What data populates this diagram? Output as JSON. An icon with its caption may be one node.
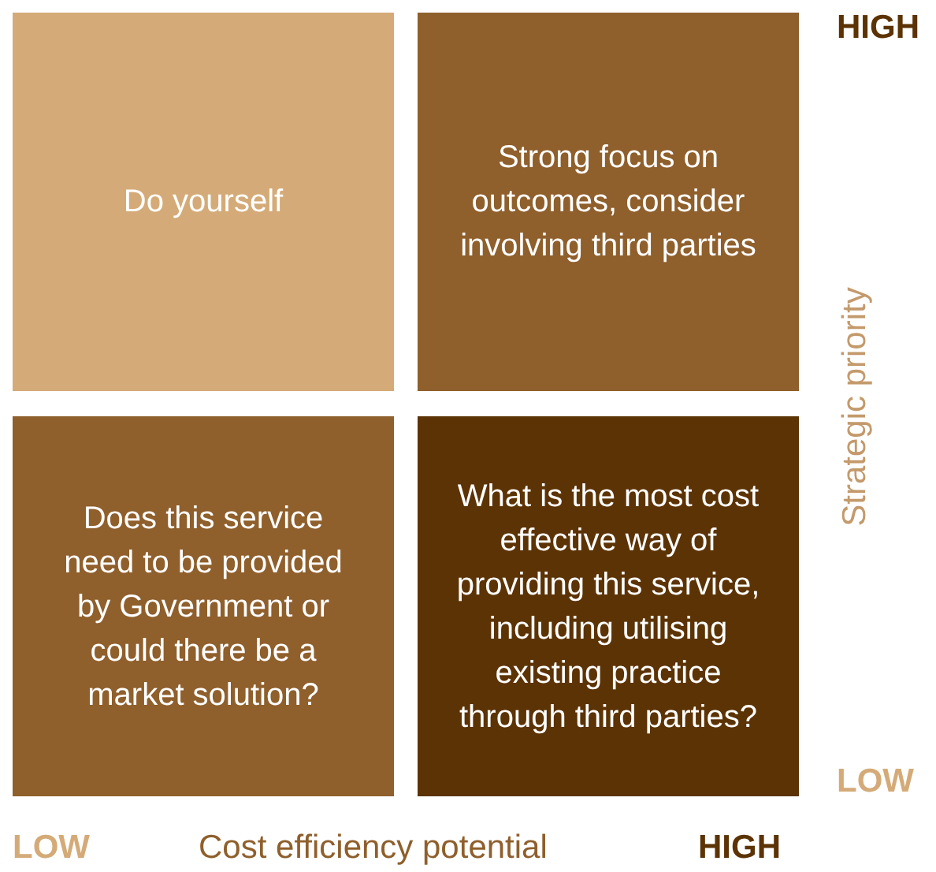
{
  "diagram": {
    "nodes": [
      {
        "text": [
          "Do yourself"
        ]
      },
      {
        "text": [
          "Strong focus on outcomes, consider involving third parties"
        ]
      },
      {
        "text": [
          "Does this service need to be provided by Government or could there be a market solution?"
        ]
      },
      {
        "text": [
          "What is the most cost effective way of providing this service, including utilising existing practice through third parties?"
        ]
      }
    ],
    "edges": [],
    "labels": [
      "HIGH",
      "Strategic priority",
      "LOW",
      "LOW",
      "Cost efficiency potential",
      "HIGH"
    ]
  }
}
